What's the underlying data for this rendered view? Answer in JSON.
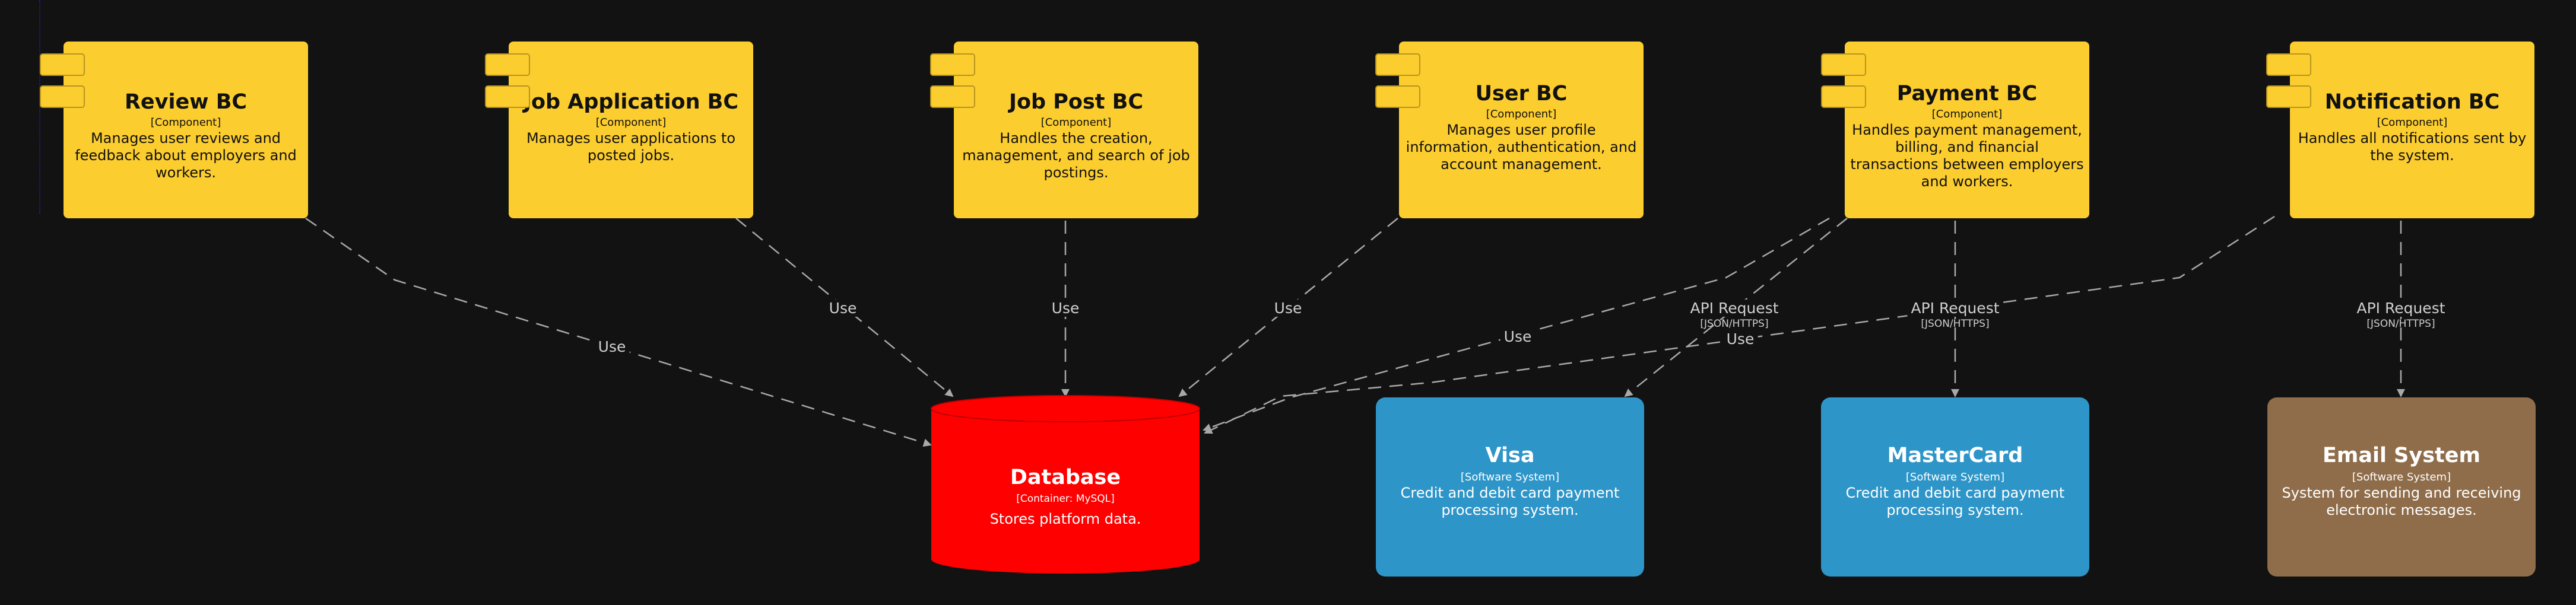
{
  "boundary": {
    "label_line1": "",
    "label_line2": ""
  },
  "components": [
    {
      "title": "Review BC",
      "tech": "[Component]",
      "desc": "Manages user reviews and feedback about employers and workers."
    },
    {
      "title": "Job Application BC",
      "tech": "[Component]",
      "desc": "Manages user applications to posted jobs."
    },
    {
      "title": "Job Post BC",
      "tech": "[Component]",
      "desc": "Handles the creation, management, and search of job postings."
    },
    {
      "title": "User BC",
      "tech": "[Component]",
      "desc": "Manages user profile information, authentication, and account management."
    },
    {
      "title": "Payment BC",
      "tech": "[Component]",
      "desc": "Handles payment management, billing, and financial transactions between employers and workers."
    },
    {
      "title": "Notification BC",
      "tech": "[Component]",
      "desc": "Handles all notifications sent by the system."
    }
  ],
  "database": {
    "title": "Database",
    "tech": "[Container: MySQL]",
    "desc": "Stores platform data.",
    "color": "#ff0000"
  },
  "systems": [
    {
      "title": "Visa",
      "tech": "[Software System]",
      "desc": "Credit and debit card payment processing system.",
      "color": "#2e95c8"
    },
    {
      "title": "MasterCard",
      "tech": "[Software System]",
      "desc": "Credit and debit card payment processing system.",
      "color": "#2e95c8"
    },
    {
      "title": "Email System",
      "tech": "[Software System]",
      "desc": "System for sending and receiving electronic messages.",
      "color": "#8f6d4a"
    }
  ],
  "edges": [
    {
      "label": "Use",
      "tech": ""
    },
    {
      "label": "Use",
      "tech": ""
    },
    {
      "label": "Use",
      "tech": ""
    },
    {
      "label": "Use",
      "tech": ""
    },
    {
      "label": "Use",
      "tech": ""
    },
    {
      "label": "API Request",
      "tech": "[JSON/HTTPS]"
    },
    {
      "label": "API Request",
      "tech": "[JSON/HTTPS]"
    },
    {
      "label": "Use",
      "tech": ""
    },
    {
      "label": "API Request",
      "tech": "[JSON/HTTPS]"
    }
  ],
  "colors": {
    "component": "#fccd2e",
    "edge": "#a8a8a8",
    "background": "#121213"
  }
}
